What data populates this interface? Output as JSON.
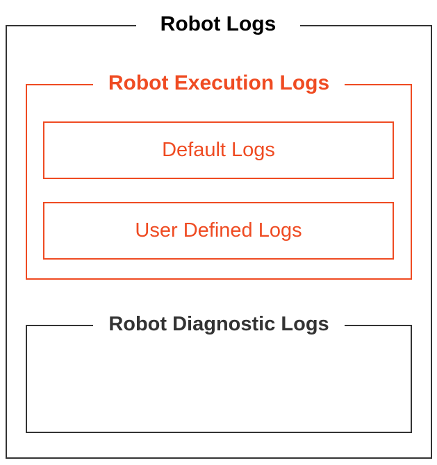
{
  "outer": {
    "title": "Robot Logs"
  },
  "execution": {
    "title": "Robot Execution Logs",
    "items": [
      {
        "label": "Default Logs"
      },
      {
        "label": "User Defined Logs"
      }
    ]
  },
  "diagnostic": {
    "title": "Robot Diagnostic Logs"
  },
  "colors": {
    "accent": "#ef4b22",
    "border": "#333333",
    "text": "#000000"
  }
}
